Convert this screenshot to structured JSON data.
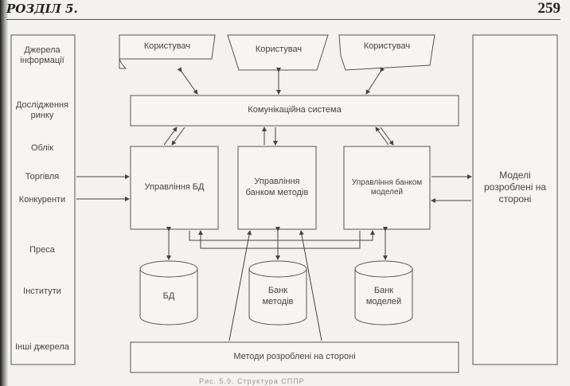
{
  "header": {
    "chapter": "РОЗДІЛ 5.",
    "page_number": "259"
  },
  "sources": {
    "items": [
      "Джерела інформації",
      "Дослідження ринку",
      "Облік",
      "Торгівля",
      "Конкуренти",
      "Преса",
      "Інститути",
      "Інші джерела"
    ]
  },
  "users": [
    "Користувач",
    "Користувач",
    "Користувач"
  ],
  "communication": "Комунікаційна система",
  "managers": {
    "db": "Управління БД",
    "methods": "Управління банком методів",
    "models": "Управління банком моделей"
  },
  "external_models": "Моделі розроблені на стороні",
  "storage": {
    "db": "БД",
    "methods": "Банк методів",
    "models": "Банк моделей"
  },
  "external_methods": "Методи розроблені на стороні",
  "caption": "Рис. 5.9. Структура СППР"
}
